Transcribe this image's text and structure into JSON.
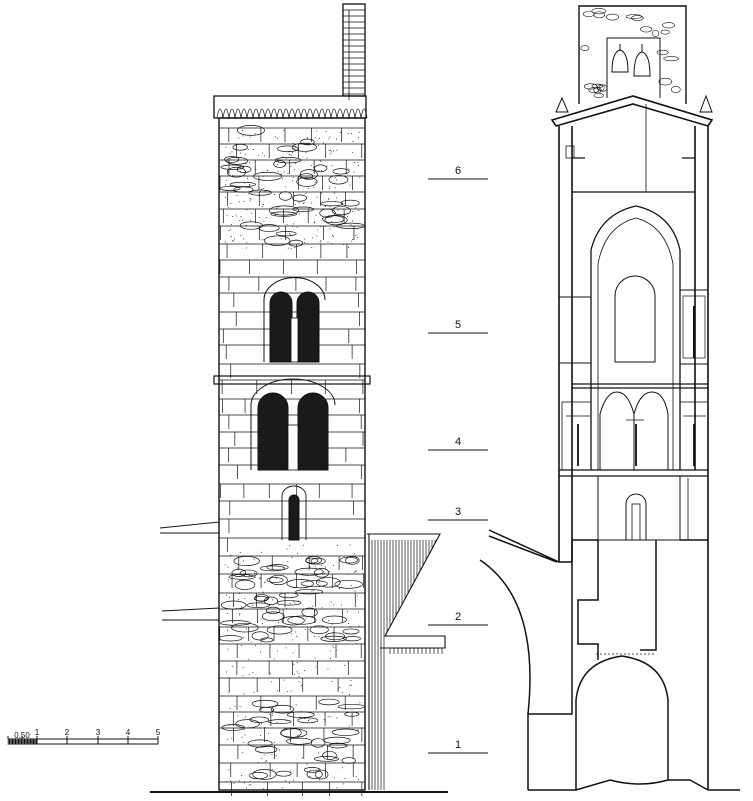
{
  "levels": [
    "6",
    "5",
    "4",
    "3",
    "2",
    "1"
  ],
  "scale_bar": {
    "ticks": [
      "0,50",
      "1",
      "2",
      "3",
      "4",
      "5"
    ]
  },
  "colors": {
    "ink": "#111111",
    "opening": "#1a1a1a",
    "paper": "#ffffff"
  }
}
